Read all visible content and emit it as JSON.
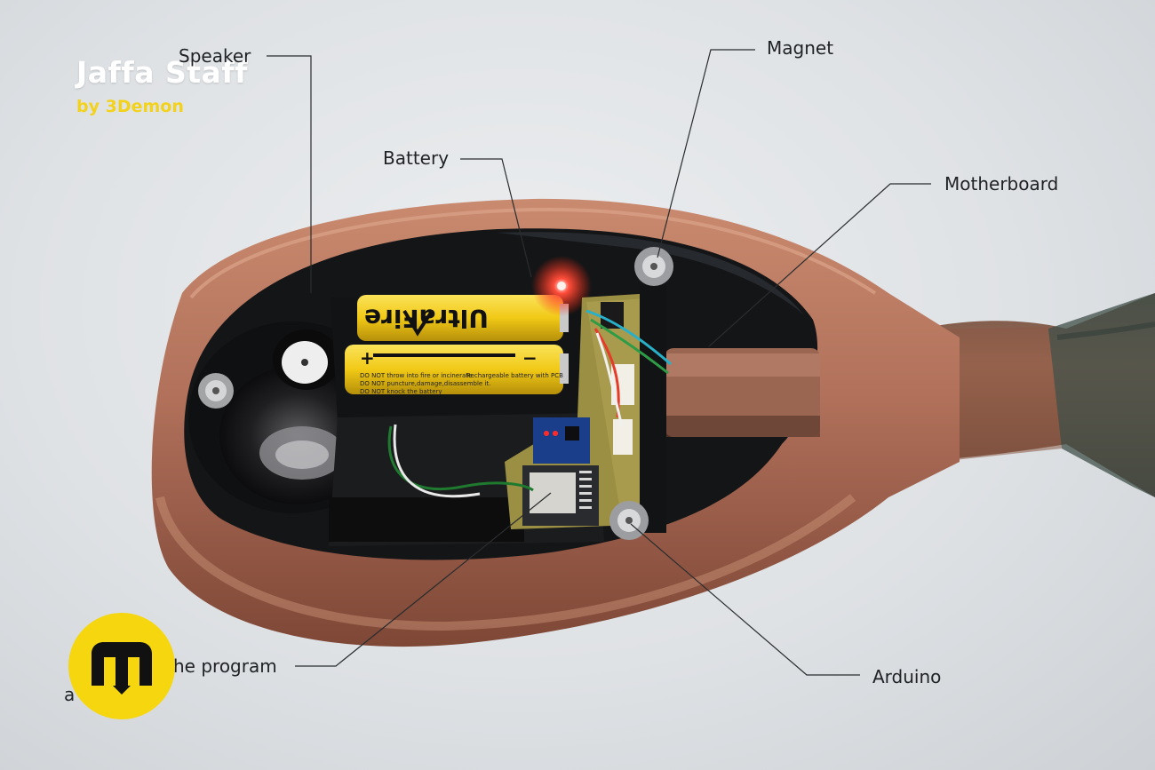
{
  "title": "Jaffa Staff",
  "byline": "by 3Demon",
  "callouts": {
    "speaker": "Speaker",
    "magnet": "Magnet",
    "battery": "Battery",
    "motherboard": "Motherboard",
    "program": "he program",
    "program_line2": "a",
    "arduino": "Arduino"
  },
  "battery_print": {
    "brand": "UltraFire",
    "warning_1": "DO NOT throw into fire or incinerate.",
    "warning_2": "DO NOT puncture,damage,disassemble it.",
    "warning_3": "DO NOT knock the battery",
    "rechargeable": "Rechargeable battery with PCB",
    "polarity_plus": "+",
    "polarity_minus": "−"
  },
  "colors": {
    "copper": "#b0705a",
    "copper_dark": "#7e4736",
    "battery_yellow": "#f1c916",
    "logo_yellow": "#f5d60f",
    "byline_yellow": "#f3d21c",
    "pcb_green": "#9a8f43"
  },
  "logo_icon": "m-logo-icon"
}
